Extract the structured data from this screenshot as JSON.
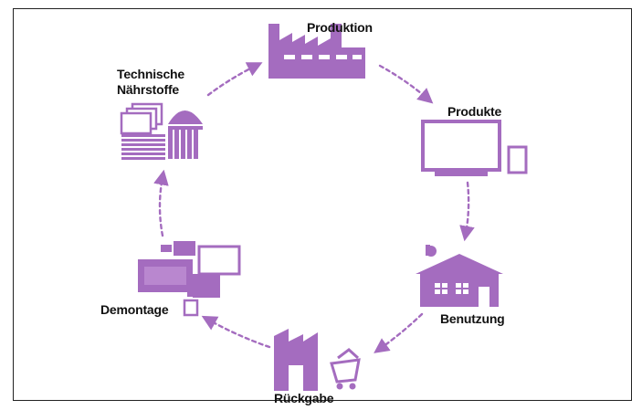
{
  "nodes": {
    "produktion": "Produktion",
    "produkte": "Produkte",
    "benutzung": "Benutzung",
    "rueckgabe": "Rückgabe",
    "demontage": "Demontage",
    "naehrstoffe_line1": "Technische",
    "naehrstoffe_line2": "Nährstoffe"
  },
  "colors": {
    "accent": "#a46cbf",
    "arrow": "#a46cbf",
    "text": "#111111",
    "border": "#222222"
  }
}
